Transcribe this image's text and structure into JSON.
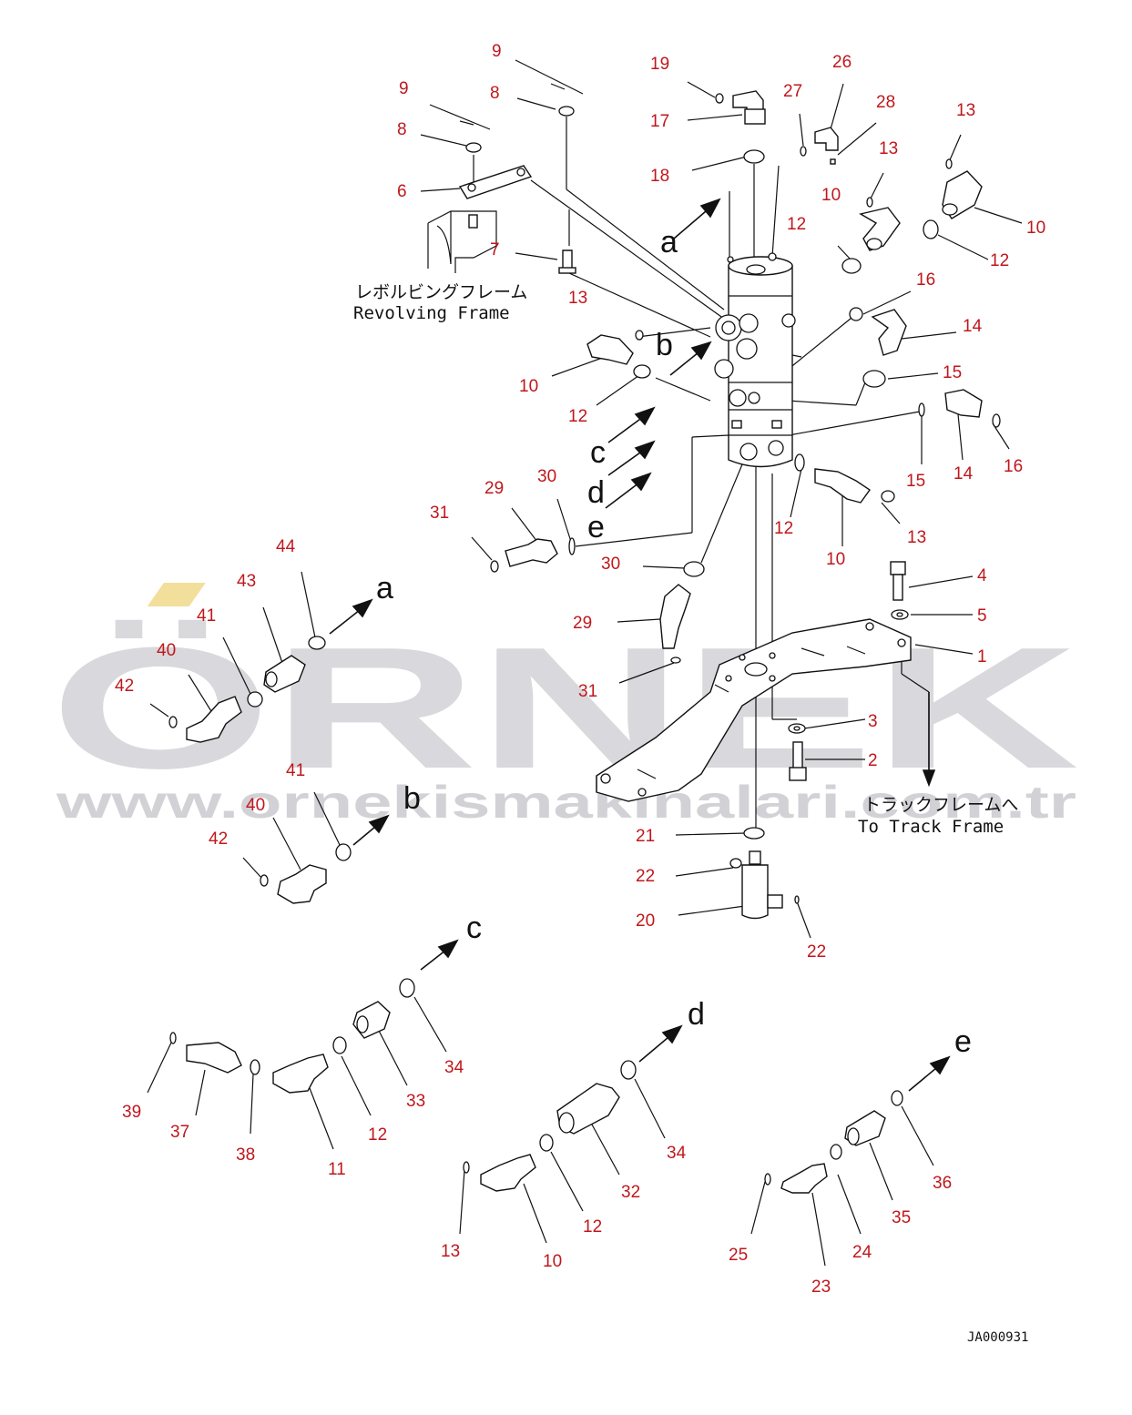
{
  "watermark": {
    "brand": "ÖRNEK",
    "url": "www.ornekismakinalari.com.tr",
    "accent_color": "#f3df9c",
    "text_color": "#d9d8dc"
  },
  "frame_labels": {
    "revolving_jp": "レボルビングフレーム",
    "revolving_en": "Revolving Frame",
    "track_jp": "トラックフレームへ",
    "track_en": "To Track Frame"
  },
  "drawing_code": "JA000931",
  "callout_color": "#c0171c",
  "connection_letters": [
    "a",
    "b",
    "c",
    "d",
    "e"
  ],
  "callouts": [
    {
      "id": "c1",
      "text": "9"
    },
    {
      "id": "c2",
      "text": "9"
    },
    {
      "id": "c3",
      "text": "8"
    },
    {
      "id": "c4",
      "text": "8"
    },
    {
      "id": "c5",
      "text": "6"
    },
    {
      "id": "c6",
      "text": "7"
    },
    {
      "id": "c7",
      "text": "19"
    },
    {
      "id": "c8",
      "text": "17"
    },
    {
      "id": "c9",
      "text": "18"
    },
    {
      "id": "c10",
      "text": "26"
    },
    {
      "id": "c11",
      "text": "27"
    },
    {
      "id": "c12",
      "text": "28"
    },
    {
      "id": "c13",
      "text": "13"
    },
    {
      "id": "c14",
      "text": "13"
    },
    {
      "id": "c15",
      "text": "10"
    },
    {
      "id": "c16",
      "text": "10"
    },
    {
      "id": "c17",
      "text": "12"
    },
    {
      "id": "c18",
      "text": "12"
    },
    {
      "id": "c19",
      "text": "16"
    },
    {
      "id": "c20",
      "text": "14"
    },
    {
      "id": "c21",
      "text": "15"
    },
    {
      "id": "c22",
      "text": "13"
    },
    {
      "id": "c23",
      "text": "10"
    },
    {
      "id": "c24",
      "text": "12"
    },
    {
      "id": "c25",
      "text": "15"
    },
    {
      "id": "c26",
      "text": "14"
    },
    {
      "id": "c27",
      "text": "16"
    },
    {
      "id": "c28",
      "text": "12"
    },
    {
      "id": "c29",
      "text": "13"
    },
    {
      "id": "c30",
      "text": "10"
    },
    {
      "id": "c31",
      "text": "31"
    },
    {
      "id": "c32",
      "text": "29"
    },
    {
      "id": "c33",
      "text": "30"
    },
    {
      "id": "c34",
      "text": "30"
    },
    {
      "id": "c35",
      "text": "29"
    },
    {
      "id": "c36",
      "text": "31"
    },
    {
      "id": "c37",
      "text": "4"
    },
    {
      "id": "c38",
      "text": "5"
    },
    {
      "id": "c39",
      "text": "1"
    },
    {
      "id": "c40",
      "text": "3"
    },
    {
      "id": "c41",
      "text": "2"
    },
    {
      "id": "c42",
      "text": "21"
    },
    {
      "id": "c43",
      "text": "22"
    },
    {
      "id": "c44",
      "text": "20"
    },
    {
      "id": "c45",
      "text": "22"
    },
    {
      "id": "c46",
      "text": "44"
    },
    {
      "id": "c47",
      "text": "43"
    },
    {
      "id": "c48",
      "text": "41"
    },
    {
      "id": "c49",
      "text": "40"
    },
    {
      "id": "c50",
      "text": "42"
    },
    {
      "id": "c51",
      "text": "41"
    },
    {
      "id": "c52",
      "text": "40"
    },
    {
      "id": "c53",
      "text": "42"
    },
    {
      "id": "c54",
      "text": "34"
    },
    {
      "id": "c55",
      "text": "33"
    },
    {
      "id": "c56",
      "text": "12"
    },
    {
      "id": "c57",
      "text": "11"
    },
    {
      "id": "c58",
      "text": "38"
    },
    {
      "id": "c59",
      "text": "37"
    },
    {
      "id": "c60",
      "text": "39"
    },
    {
      "id": "c61",
      "text": "34"
    },
    {
      "id": "c62",
      "text": "32"
    },
    {
      "id": "c63",
      "text": "12"
    },
    {
      "id": "c64",
      "text": "10"
    },
    {
      "id": "c65",
      "text": "13"
    },
    {
      "id": "c66",
      "text": "36"
    },
    {
      "id": "c67",
      "text": "35"
    },
    {
      "id": "c68",
      "text": "24"
    },
    {
      "id": "c69",
      "text": "23"
    },
    {
      "id": "c70",
      "text": "25"
    }
  ]
}
